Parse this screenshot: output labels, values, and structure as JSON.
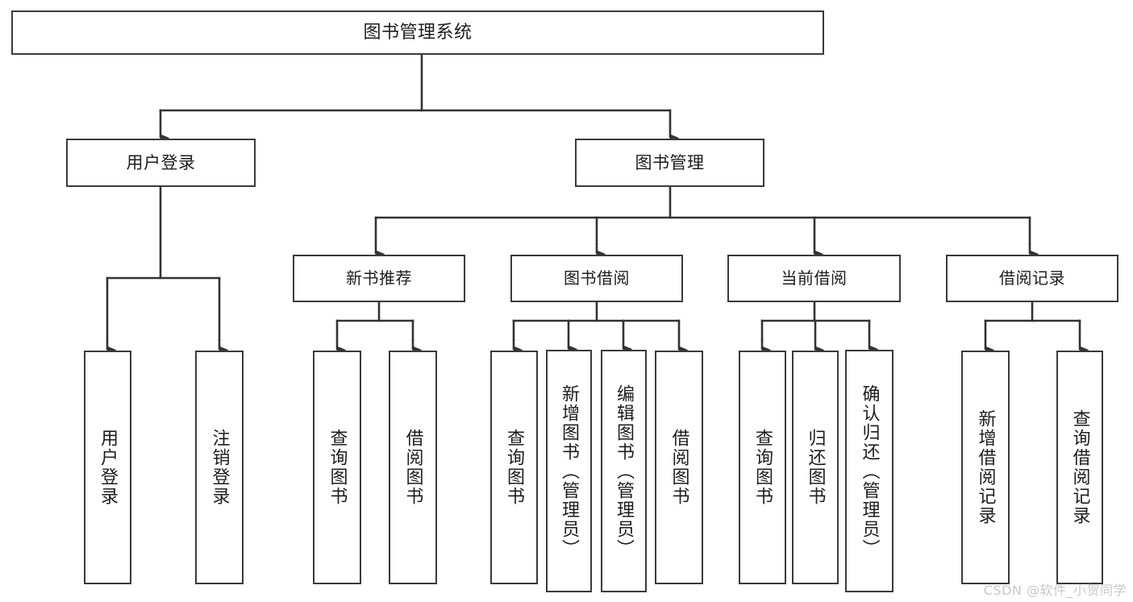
{
  "diagram": {
    "title": "图书管理系统",
    "watermark": "CSDN @软件_小贺同学",
    "colors": {
      "node_border": "#3a3a3a",
      "node_fill": "#ffffff",
      "edge": "#333333",
      "text": "#1d1d1d",
      "watermark": "#c8c8c8",
      "background": "#ffffff"
    },
    "root": {
      "label": "图书管理系统"
    },
    "level2": [
      {
        "label": "用户登录"
      },
      {
        "label": "图书管理"
      }
    ],
    "level3": [
      {
        "label": "新书推荐"
      },
      {
        "label": "图书借阅"
      },
      {
        "label": "当前借阅"
      },
      {
        "label": "借阅记录"
      }
    ],
    "leaves": {
      "user_login": [
        {
          "label": "用户登录"
        },
        {
          "label": "注销登录"
        }
      ],
      "new_book_recommend": [
        {
          "label": "查询图书"
        },
        {
          "label": "借阅图书"
        }
      ],
      "book_borrow": [
        {
          "label": "查询图书"
        },
        {
          "label": "新增图书（管理员）"
        },
        {
          "label": "编辑图书（管理员）"
        },
        {
          "label": "借阅图书"
        }
      ],
      "current_borrow": [
        {
          "label": "查询图书"
        },
        {
          "label": "归还图书"
        },
        {
          "label": "确认归还（管理员）"
        }
      ],
      "borrow_record": [
        {
          "label": "新增借阅记录"
        },
        {
          "label": "查询借阅记录"
        }
      ]
    }
  },
  "chart_data": {
    "type": "tree",
    "title": "图书管理系统",
    "orientation": "top-down",
    "nodes": [
      {
        "id": "root",
        "label": "图书管理系统",
        "level": 0,
        "parent": null
      },
      {
        "id": "user-login",
        "label": "用户登录",
        "level": 1,
        "parent": "root"
      },
      {
        "id": "book-manage",
        "label": "图书管理",
        "level": 1,
        "parent": "root"
      },
      {
        "id": "leaf-user-login",
        "label": "用户登录",
        "level": 2,
        "parent": "user-login"
      },
      {
        "id": "leaf-user-logout",
        "label": "注销登录",
        "level": 2,
        "parent": "user-login"
      },
      {
        "id": "new-book",
        "label": "新书推荐",
        "level": 2,
        "parent": "book-manage"
      },
      {
        "id": "book-borrow",
        "label": "图书借阅",
        "level": 2,
        "parent": "book-manage"
      },
      {
        "id": "current-borrow",
        "label": "当前借阅",
        "level": 2,
        "parent": "book-manage"
      },
      {
        "id": "borrow-record",
        "label": "借阅记录",
        "level": 2,
        "parent": "book-manage"
      },
      {
        "id": "nb-query",
        "label": "查询图书",
        "level": 3,
        "parent": "new-book"
      },
      {
        "id": "nb-borrow",
        "label": "借阅图书",
        "level": 3,
        "parent": "new-book"
      },
      {
        "id": "bb-query",
        "label": "查询图书",
        "level": 3,
        "parent": "book-borrow"
      },
      {
        "id": "bb-add",
        "label": "新增图书（管理员）",
        "level": 3,
        "parent": "book-borrow"
      },
      {
        "id": "bb-edit",
        "label": "编辑图书（管理员）",
        "level": 3,
        "parent": "book-borrow"
      },
      {
        "id": "bb-borrow",
        "label": "借阅图书",
        "level": 3,
        "parent": "book-borrow"
      },
      {
        "id": "cb-query",
        "label": "查询图书",
        "level": 3,
        "parent": "current-borrow"
      },
      {
        "id": "cb-return",
        "label": "归还图书",
        "level": 3,
        "parent": "current-borrow"
      },
      {
        "id": "cb-confirm",
        "label": "确认归还（管理员）",
        "level": 3,
        "parent": "current-borrow"
      },
      {
        "id": "br-add",
        "label": "新增借阅记录",
        "level": 3,
        "parent": "borrow-record"
      },
      {
        "id": "br-query",
        "label": "查询借阅记录",
        "level": 3,
        "parent": "borrow-record"
      }
    ]
  }
}
